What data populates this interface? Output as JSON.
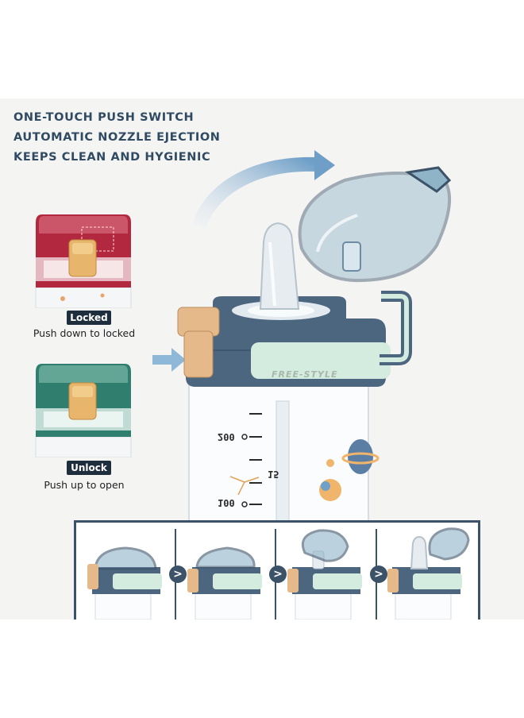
{
  "headline": {
    "line1": "ONE-TOUCH PUSH SWITCH",
    "line2": "AUTOMATIC NOZZLE EJECTION",
    "line3": "KEEPS CLEAN AND HYGIENIC"
  },
  "locked_panel": {
    "badge": "Locked",
    "caption": "Push down to locked"
  },
  "unlock_panel": {
    "badge": "Unlock",
    "caption": "Push up to open"
  },
  "bottle": {
    "brand": "FREE-STYLE",
    "marks": [
      "200",
      "100",
      "15"
    ]
  },
  "steps": {
    "arrow_glyph": ">"
  },
  "colors": {
    "navy": "#3c5268",
    "lid_blue": "#8fb4c8",
    "mint": "#d4ebdf",
    "button_tan": "#e5b98a",
    "red_lid": "#b2283e",
    "green_lid": "#2f7e6e",
    "heading": "#2f4a62"
  }
}
